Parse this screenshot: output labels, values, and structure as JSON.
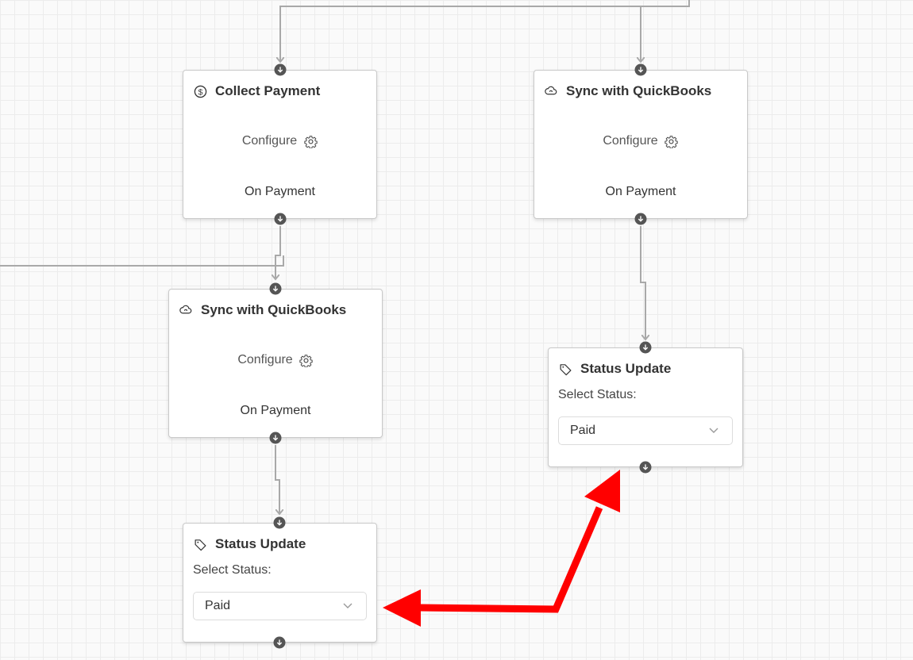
{
  "nodes": {
    "collect_payment": {
      "title": "Collect Payment",
      "icon": "dollar-circle-icon",
      "configure": "Configure",
      "output": "On Payment"
    },
    "sync_right": {
      "title": "Sync with QuickBooks",
      "icon": "cloud-sync-icon",
      "configure": "Configure",
      "output": "On Payment"
    },
    "sync_left": {
      "title": "Sync with QuickBooks",
      "icon": "cloud-sync-icon",
      "configure": "Configure",
      "output": "On Payment"
    },
    "status_right": {
      "title": "Status Update",
      "icon": "tag-icon",
      "select_label": "Select Status:",
      "selected": "Paid"
    },
    "status_left": {
      "title": "Status Update",
      "icon": "tag-icon",
      "select_label": "Select Status:",
      "selected": "Paid"
    }
  },
  "colors": {
    "edge": "#a9a9a9",
    "handle": "#555555",
    "annotation_arrow": "#ff0000",
    "node_border": "#c9c9c9"
  }
}
